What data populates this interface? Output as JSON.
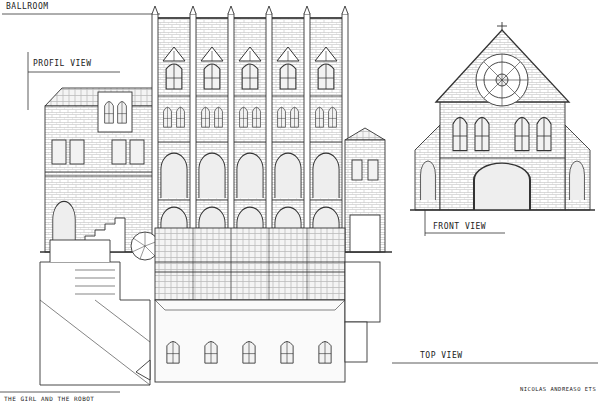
{
  "diagram": {
    "title": "BALLROOM",
    "labels": [
      "PROFIL VIEW",
      "FRONT VIEW",
      "TOP VIEW",
      "THE GIRL AND THE ROBOT",
      "NICOLAS ANDREASO ETS"
    ]
  }
}
